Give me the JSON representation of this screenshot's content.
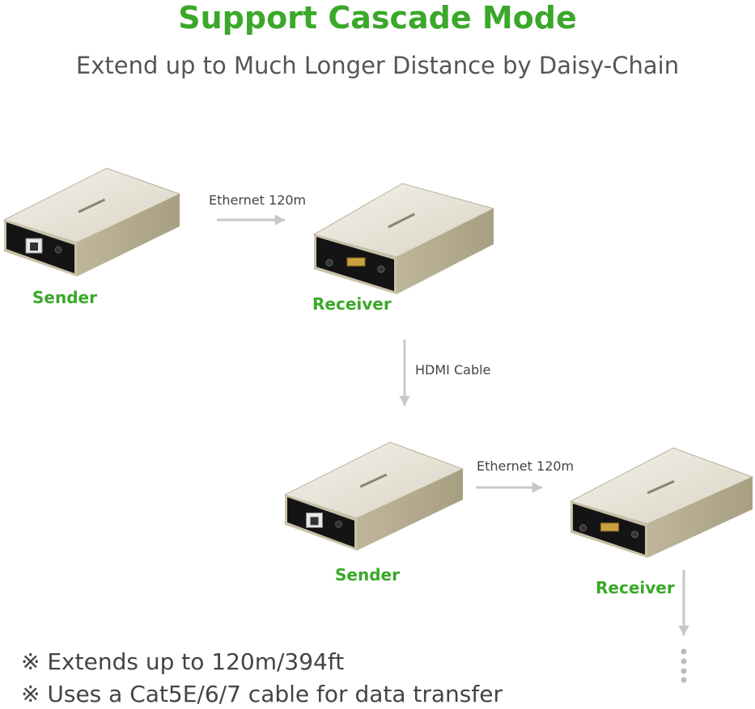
{
  "header": {
    "title": "Support Cascade Mode",
    "subtitle": "Extend up to Much Longer Distance by Daisy-Chain"
  },
  "diagram": {
    "stage1": {
      "sender_label": "Sender",
      "receiver_label": "Receiver",
      "link_label": "Ethernet 120m"
    },
    "hdmi_label": "HDMI Cable",
    "stage2": {
      "sender_label": "Sender",
      "receiver_label": "Receiver",
      "link_label": "Ethernet 120m"
    }
  },
  "notes": [
    "※ Extends up to 120m/394ft",
    "※ Uses a Cat5E/6/7 cable for data transfer"
  ],
  "colors": {
    "accent": "#3aa829",
    "arrow": "#c8c8c8",
    "text": "#444444"
  }
}
